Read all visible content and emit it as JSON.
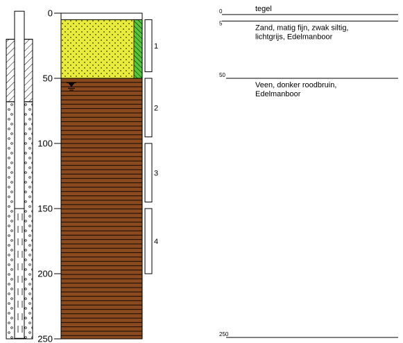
{
  "depth_axis": {
    "unit": "cm",
    "min": 0,
    "max": 250,
    "ticks": [
      {
        "value": 0,
        "label": "0"
      },
      {
        "value": 50,
        "label": "50"
      },
      {
        "value": 100,
        "label": "100"
      },
      {
        "value": 150,
        "label": "150"
      },
      {
        "value": 200,
        "label": "200"
      },
      {
        "value": 250,
        "label": "250"
      }
    ]
  },
  "layers": [
    {
      "from": 0,
      "to": 5,
      "label_top": "0",
      "label_bottom": "5",
      "description": [
        "tegel"
      ],
      "fill": "#ffffff",
      "pattern": "none"
    },
    {
      "from": 5,
      "to": 50,
      "label_top": "5",
      "label_bottom": "50",
      "description": [
        "Zand, matig fijn, zwak siltig,",
        "lichtgrijs,   Edelmanboor"
      ],
      "fill": "#e8ec38",
      "pattern": "dots",
      "side_fill": "#55c63a"
    },
    {
      "from": 50,
      "to": 250,
      "label_top": "50",
      "label_bottom": "250",
      "description": [
        "Veen, donker roodbruin,",
        "Edelmanboor"
      ],
      "fill": "#8b4a1e",
      "pattern": "horizontal-lines"
    }
  ],
  "groundwater_level": 55,
  "samples": [
    {
      "label": "1",
      "from": 5,
      "to": 45
    },
    {
      "label": "2",
      "from": 50,
      "to": 95
    },
    {
      "label": "3",
      "from": 100,
      "to": 145
    },
    {
      "label": "4",
      "from": 150,
      "to": 200
    }
  ],
  "well": {
    "riser_from": 0,
    "riser_to": 150,
    "screen_from": 150,
    "screen_to": 250,
    "seal_from": 20,
    "seal_to": 68,
    "gravel_from": 68,
    "gravel_to": 250
  },
  "colors": {
    "sand": "#e8ec38",
    "sand_side": "#55c63a",
    "peat": "#8b4a1e",
    "lines": "#000000"
  }
}
